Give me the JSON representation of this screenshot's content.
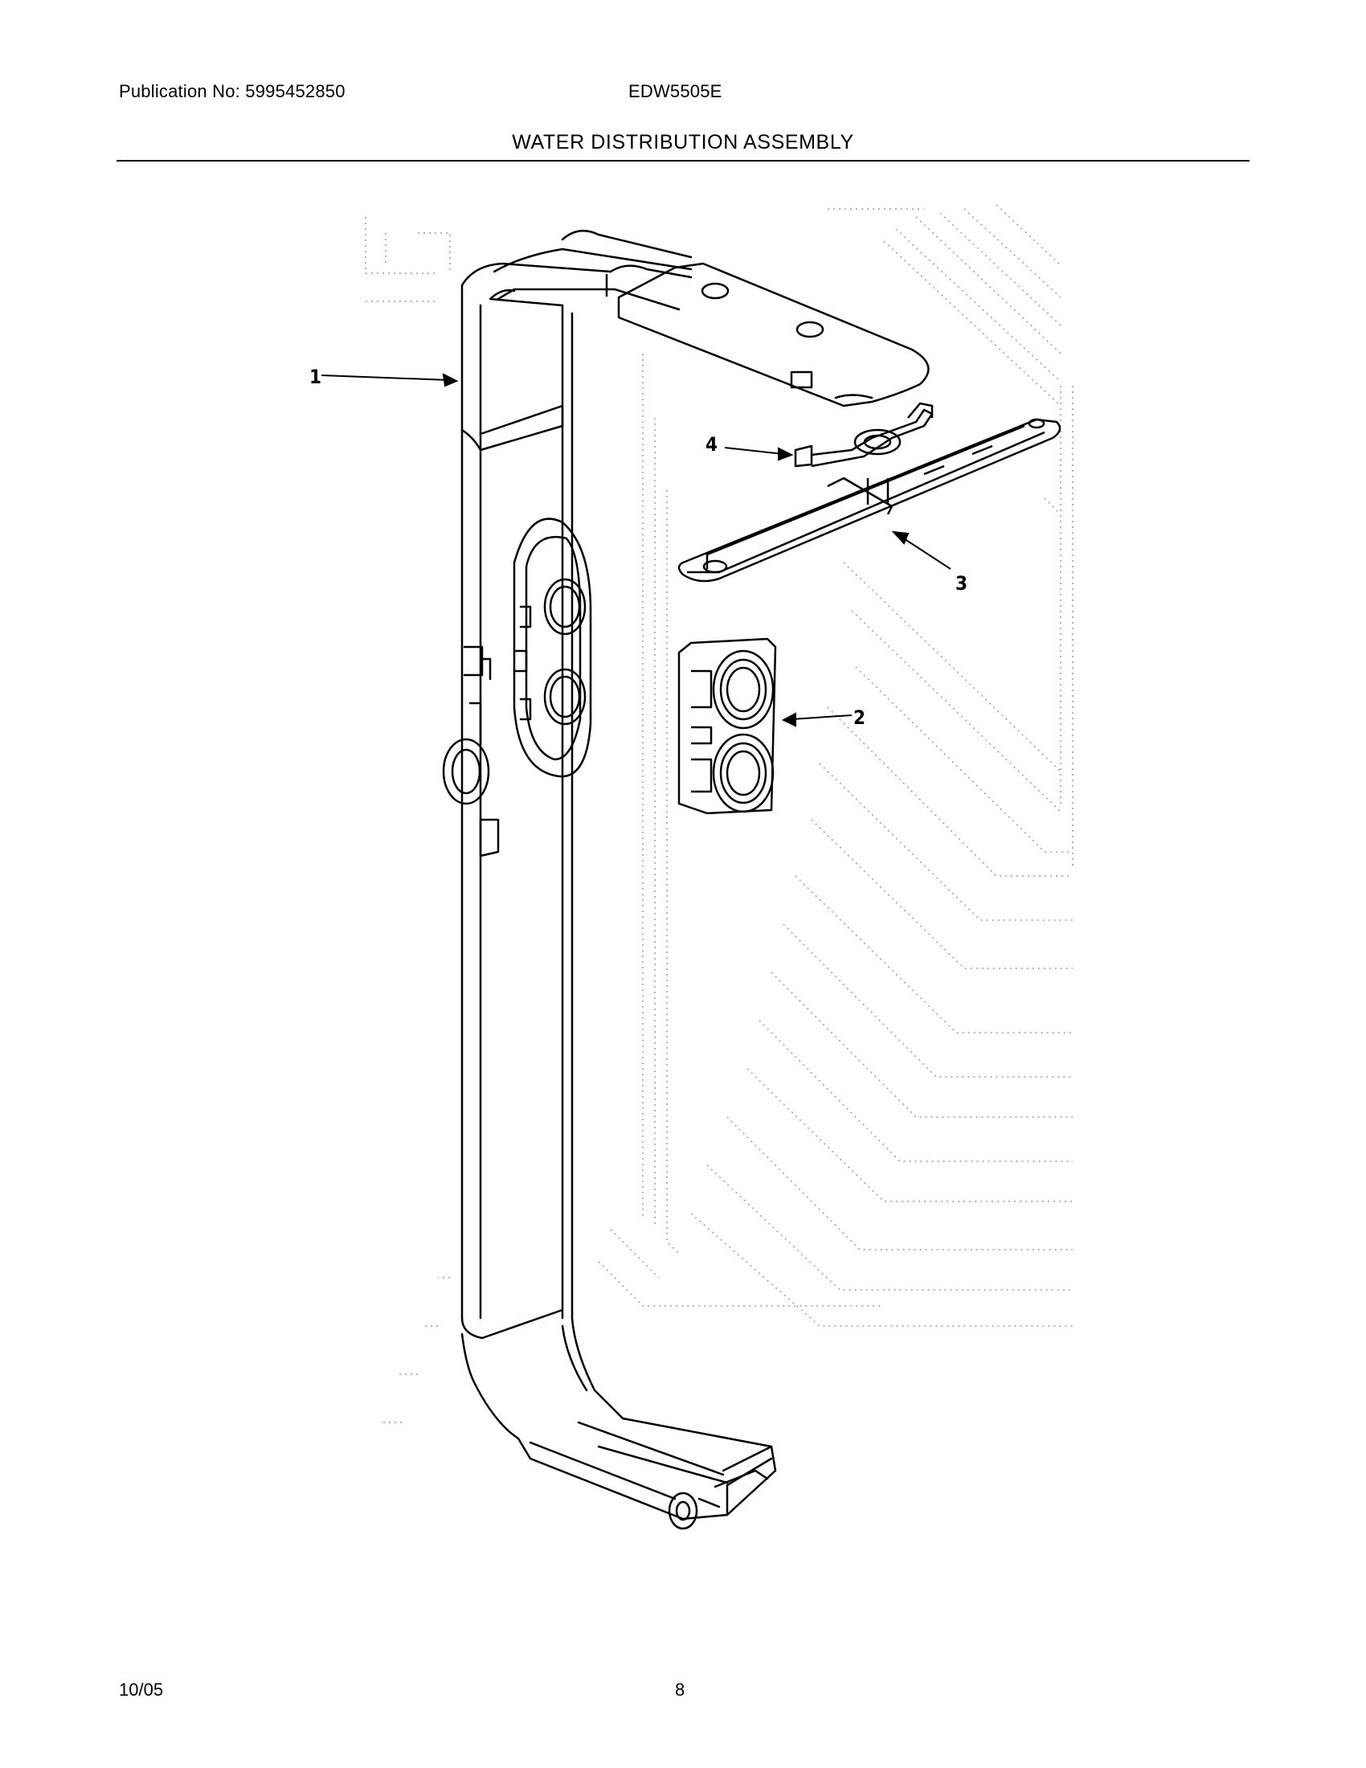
{
  "header": {
    "publication": "Publication No: 5995452850",
    "model": "EDW5505E",
    "title": "WATER DISTRIBUTION ASSEMBLY"
  },
  "callouts": {
    "c1": "1",
    "c2": "2",
    "c3": "3",
    "c4": "4"
  },
  "footer": {
    "date": "10/05",
    "page": "8"
  }
}
